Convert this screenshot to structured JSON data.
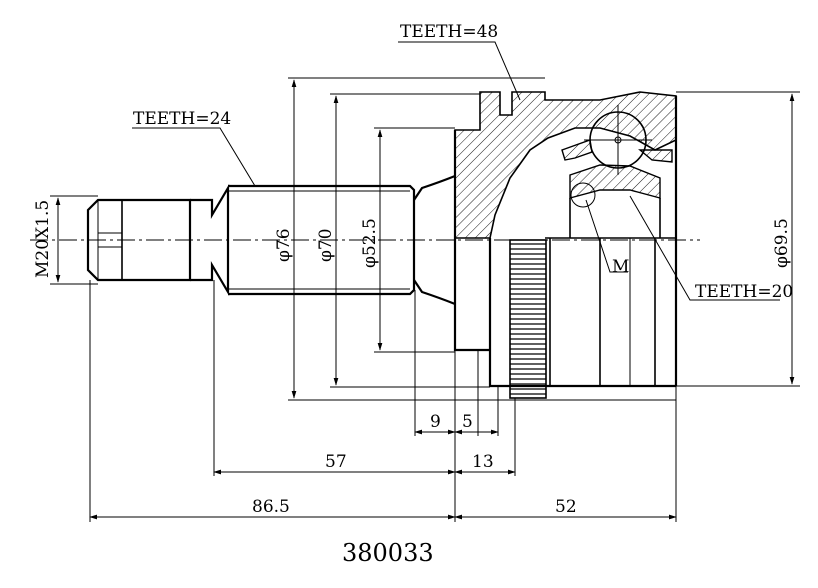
{
  "drawing": {
    "part_number": "380033",
    "thread": "M20X1.5",
    "teeth_labels": {
      "top": "TEETH=48",
      "shaft": "TEETH=24",
      "inner": "TEETH=20"
    },
    "diameters": {
      "d76": "φ76",
      "d70": "φ70",
      "d52_5": "φ52.5",
      "d69_5": "φ69.5"
    },
    "marker": "M",
    "dims": {
      "d9": "9",
      "d5": "5",
      "d57": "57",
      "d13": "13",
      "d86_5": "86.5",
      "d52": "52"
    }
  }
}
